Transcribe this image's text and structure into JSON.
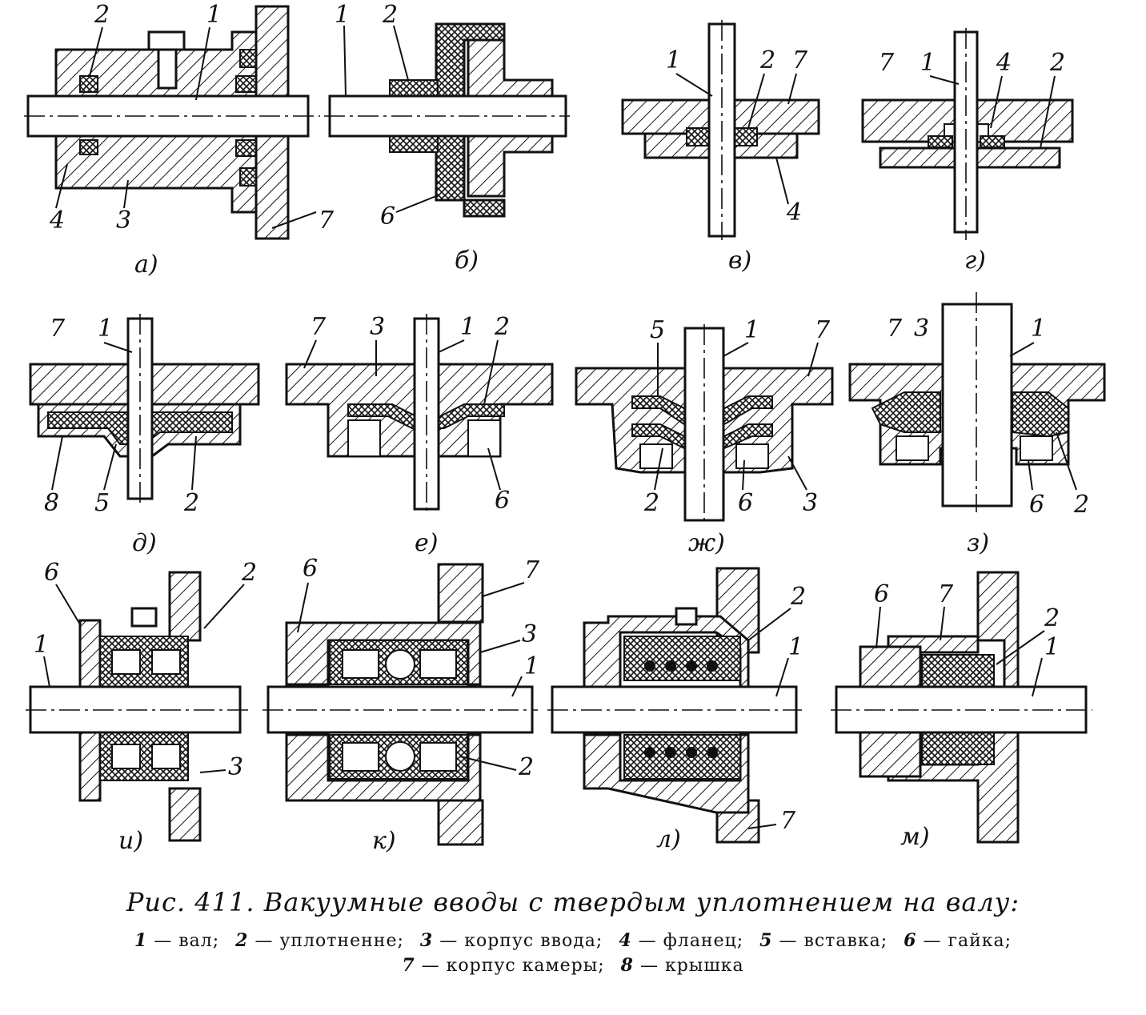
{
  "figure": {
    "caption": "Рис. 411. Вакуумные вводы с твердым уплотнением на валу:",
    "legend": [
      {
        "num": "1",
        "text": "— вал;"
      },
      {
        "num": "2",
        "text": "— уплотненне;"
      },
      {
        "num": "3",
        "text": "— корпус ввода;"
      },
      {
        "num": "4",
        "text": "— фланец;"
      },
      {
        "num": "5",
        "text": "— вставка;"
      },
      {
        "num": "6",
        "text": "— гайка;"
      },
      {
        "num": "7",
        "text": "— корпус камеры;"
      },
      {
        "num": "8",
        "text": "— крышка"
      }
    ]
  },
  "panels": {
    "a": {
      "label": "а)",
      "callouts": [
        "2",
        "1",
        "4",
        "3",
        "7"
      ]
    },
    "b": {
      "label": "б)",
      "callouts": [
        "1",
        "2",
        "6"
      ]
    },
    "v": {
      "label": "в)",
      "callouts": [
        "1",
        "2",
        "7",
        "4"
      ]
    },
    "g": {
      "label": "г)",
      "callouts": [
        "7",
        "1",
        "4",
        "2"
      ]
    },
    "d": {
      "label": "д)",
      "callouts": [
        "7",
        "1",
        "8",
        "5",
        "2"
      ]
    },
    "e": {
      "label": "е)",
      "callouts": [
        "7",
        "3",
        "1",
        "2",
        "6"
      ]
    },
    "zh": {
      "label": "ж)",
      "callouts": [
        "5",
        "1",
        "7",
        "2",
        "6",
        "3"
      ]
    },
    "z": {
      "label": "з)",
      "callouts": [
        "7",
        "3",
        "1",
        "6",
        "2"
      ]
    },
    "i": {
      "label": "и)",
      "callouts": [
        "6",
        "2",
        "1",
        "3"
      ]
    },
    "k": {
      "label": "к)",
      "callouts": [
        "6",
        "7",
        "3",
        "1",
        "2"
      ]
    },
    "l": {
      "label": "л)",
      "callouts": [
        "2",
        "1",
        "7"
      ]
    },
    "m": {
      "label": "м)",
      "callouts": [
        "6",
        "7",
        "2",
        "1"
      ]
    }
  }
}
